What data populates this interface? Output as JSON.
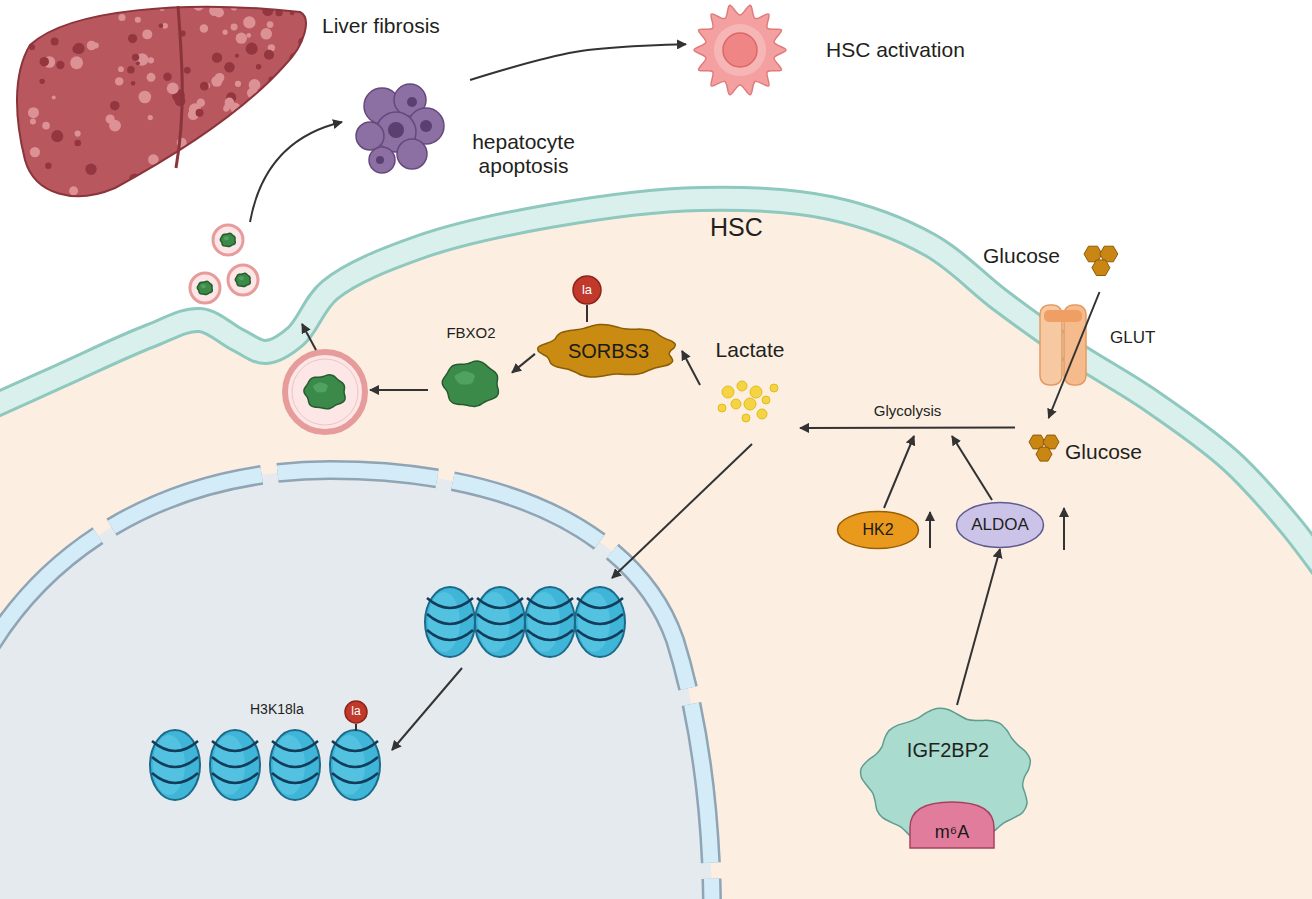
{
  "diagram": {
    "nodes": [
      {
        "text": [
          "hepatocyte apoptosis"
        ]
      },
      {
        "text": [
          "HSC activation"
        ]
      },
      {
        "text": [
          "Glucose"
        ]
      },
      {
        "text": [
          "la"
        ]
      },
      {
        "text": [
          "SORBS3"
        ]
      },
      {
        "text": [
          "FBXO2"
        ]
      },
      {
        "text": [
          "Lactate"
        ]
      },
      {
        "text": [
          "Glucose"
        ]
      },
      {
        "text": [
          "HK2"
        ]
      },
      {
        "text": [
          "ALDOA"
        ]
      },
      {
        "text": [
          "IGF2BP2"
        ]
      },
      {
        "text": [
          "m⁶A"
        ],
        "in": 10
      },
      {
        "text": [
          "la"
        ]
      }
    ],
    "edges": [
      {
        "from": 0,
        "to": 1,
        "arrow": "to"
      },
      {
        "from": 2,
        "to": 7,
        "arrow": "to"
      },
      {
        "from": 7,
        "to": 6,
        "label": "Glycolysis",
        "arrow": "to"
      },
      {
        "from": 6,
        "to": 4,
        "arrow": "to"
      },
      {
        "from": 4,
        "to": 5,
        "arrow": "to"
      },
      {
        "from": 3,
        "to": 4,
        "arrow": "none"
      },
      {
        "from": 10,
        "to": 9,
        "arrow": "to"
      }
    ],
    "labels": [
      "Liver fibrosis",
      "HSC",
      "GLUT",
      "H3K18la"
    ]
  }
}
